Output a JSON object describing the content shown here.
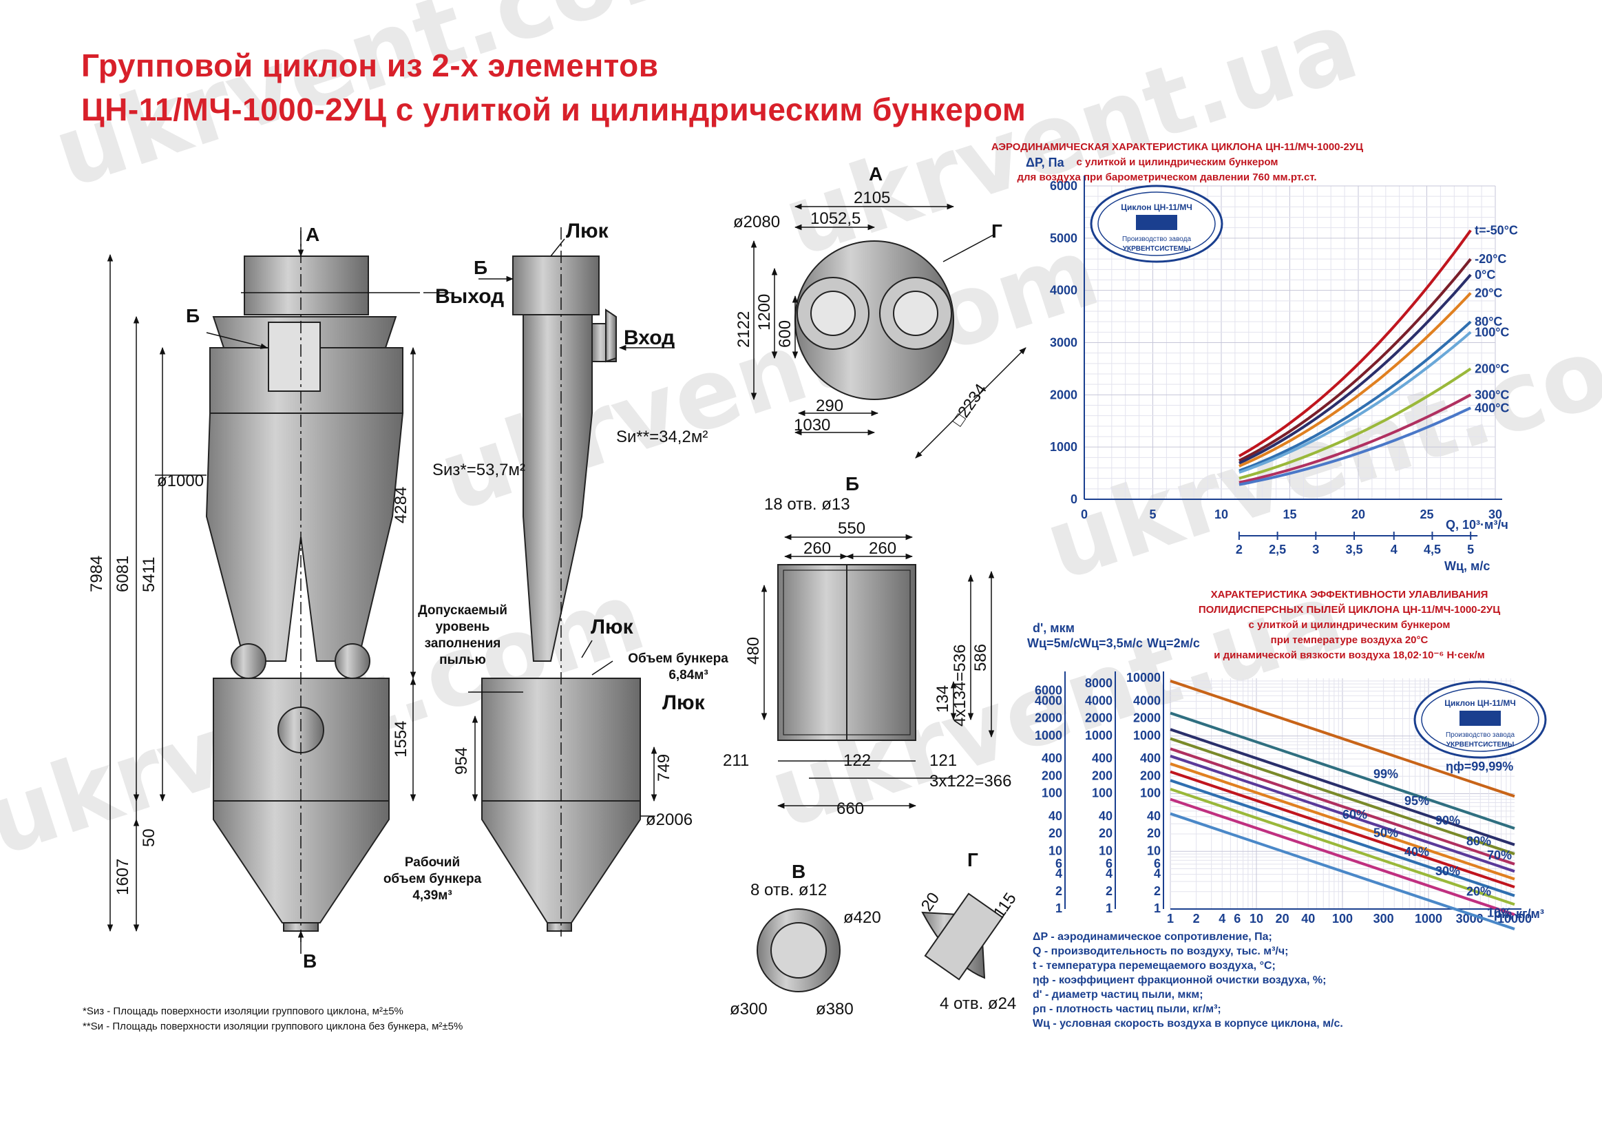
{
  "title": {
    "line1": "Групповой циклон из 2-х элементов",
    "line2": "ЦН-11/МЧ-1000-2УЦ с улиткой и цилиндрическим бункером"
  },
  "watermark": {
    "com": "ukrvent.com",
    "ua": "ukrvent.ua",
    "www": "www.ukrvent.com"
  },
  "front_view": {
    "label_a": "А",
    "label_b": "Б",
    "label_v": "В",
    "outlet": "Выход",
    "diam": "ø1000",
    "dims": [
      "7984",
      "6081",
      "5411",
      "4284",
      "1554",
      "50",
      "1607"
    ]
  },
  "side_view": {
    "label_b": "Б",
    "hatch1": "Люк",
    "hatch2": "Люк",
    "hatch3": "Люк",
    "inlet": "Вход",
    "s_full": "Sиз*=53,7м²",
    "s_no_bunker": "Sи**=34,2м²",
    "dust_level": [
      "Допускаемый",
      "уровень",
      "заполнения",
      "пылью"
    ],
    "bunker_volume": [
      "Объем бункера",
      "6,84м³"
    ],
    "working_volume": [
      "Рабочий",
      "объем бункера",
      "4,39м³"
    ],
    "dims": [
      "954",
      "749",
      "ø2006"
    ]
  },
  "view_a": {
    "label": "А",
    "label_g": "Г",
    "dims": [
      "2105",
      "ø2080",
      "1052,5",
      "2122",
      "1200",
      "600",
      "290",
      "1030",
      "□2234"
    ]
  },
  "view_b": {
    "label": "Б",
    "holes": "18 отв. ø13",
    "dims": [
      "550",
      "260",
      "260",
      "480",
      "134",
      "4x134=536",
      "586",
      "211",
      "122",
      "121",
      "3x122=366",
      "660"
    ]
  },
  "view_v": {
    "label": "В",
    "holes": "8 отв. ø12",
    "dims": [
      "ø420",
      "ø300",
      "ø380"
    ]
  },
  "view_g": {
    "label": "Г",
    "holes": "4 отв. ø24",
    "dims": [
      "20",
      "115"
    ]
  },
  "footnotes": [
    "*Sиз - Площадь поверхности изоляции группового циклона, м²±5%",
    "**Sи - Площадь поверхности изоляции группового циклона без бункера, м²±5%"
  ],
  "legend": [
    "ΔP - аэродинамическое сопротивление, Па;",
    "Q - производительность по воздуху, тыс. м³/ч;",
    "t - температура перемещаемого воздуха, °С;",
    "ηф - коэффициент фракционной очистки воздуха, %;",
    "d' - диаметр частиц пыли, мкм;",
    "ρп - плотность частиц пыли, кг/м³;",
    "Wц - условная скорость воздуха в корпусе циклона, м/с."
  ],
  "stamp": {
    "line1": "Циклон ЦН-11/МЧ",
    "line2": "Производство завода",
    "line3": "УКРВЕНТСИСТЕМЫ"
  },
  "chart_data": [
    {
      "type": "line",
      "title": "АЭРОДИНАМИЧЕСКАЯ ХАРАКТЕРИСТИКА ЦИКЛОНА ЦН-11/МЧ-1000-2УЦ",
      "subtitle": "с улиткой и цилиндрическим бункером",
      "subtitle2": "для воздуха при барометрическом давлении 760 мм.рт.ст.",
      "ylabel": "ΔP, Па",
      "xlabel": "Q, 10³·м³/ч",
      "x2label": "Wц, м/с",
      "xlim": [
        0,
        30
      ],
      "ylim": [
        0,
        6000
      ],
      "xticks": [
        "0",
        "5",
        "10",
        "15",
        "20",
        "25",
        "30"
      ],
      "yticks": [
        "0",
        "1000",
        "2000",
        "3000",
        "4000",
        "5000",
        "6000"
      ],
      "x2ticks": [
        "2",
        "2,5",
        "3",
        "3,5",
        "4",
        "4,5",
        "5"
      ],
      "x2_positions_q": [
        11.3,
        14.1,
        16.9,
        19.7,
        22.6,
        25.4,
        28.2
      ],
      "q_range": [
        11.3,
        28.2
      ],
      "series": [
        {
          "name": "t=-50°C",
          "color": "#c0151e",
          "dp_at_max": 5150
        },
        {
          "name": "-20°C",
          "color": "#7a1f2a",
          "dp_at_max": 4600
        },
        {
          "name": "0°C",
          "color": "#2a2f6b",
          "dp_at_max": 4300
        },
        {
          "name": "20°C",
          "color": "#e08020",
          "dp_at_max": 3950
        },
        {
          "name": "80°C",
          "color": "#2f6fb0",
          "dp_at_max": 3400
        },
        {
          "name": "100°C",
          "color": "#6aa8d8",
          "dp_at_max": 3200
        },
        {
          "name": "200°C",
          "color": "#9ab83a",
          "dp_at_max": 2500
        },
        {
          "name": "300°C",
          "color": "#b03060",
          "dp_at_max": 2000
        },
        {
          "name": "400°C",
          "color": "#4a78c8",
          "dp_at_max": 1750
        }
      ]
    },
    {
      "type": "line",
      "title": "ХАРАКТЕРИСТИКА ЭФФЕКТИВНОСТИ УЛАВЛИВАНИЯ",
      "subtitle": "ПОЛИДИСПЕРСНЫХ ПЫЛЕЙ ЦИКЛОНА ЦН-11/МЧ-1000-2УЦ",
      "subtitle2": "с улиткой и цилиндрическим бункером",
      "subtitle3": "при температуре воздуха 20°С",
      "subtitle4": "и динамической вязкости воздуха  18,02·10⁻⁶ Н·сек/м",
      "ylabel": "d', мкм",
      "ylabels_speed": [
        "Wц=5м/с",
        "Wц=3,5м/с",
        "Wц=2м/с"
      ],
      "xlabel": "ρп, кг/м³",
      "log_scale": true,
      "xticks": [
        "1",
        "2",
        "4",
        "6",
        "10",
        "20",
        "40",
        "100",
        "300",
        "1000",
        "3000",
        "10000"
      ],
      "yticks_1": [
        "1",
        "2",
        "4",
        "6",
        "10",
        "20",
        "40",
        "100",
        "200",
        "400",
        "1000",
        "2000",
        "4000",
        "6000"
      ],
      "yticks_2": [
        "1",
        "2",
        "4",
        "6",
        "10",
        "20",
        "40",
        "100",
        "200",
        "400",
        "1000",
        "2000",
        "4000",
        "8000"
      ],
      "yticks_3": [
        "1",
        "2",
        "4",
        "6",
        "10",
        "20",
        "40",
        "100",
        "200",
        "400",
        "1000",
        "2000",
        "4000",
        "10000"
      ],
      "series": [
        {
          "name": "ηф=99,99%",
          "color": "#c86418",
          "d_at_1": 9000,
          "d_at_10000": 90
        },
        {
          "name": "99%",
          "color": "#2f6f80",
          "d_at_1": 2500,
          "d_at_10000": 25
        },
        {
          "name": "95%",
          "color": "#2a2f6b",
          "d_at_1": 1300,
          "d_at_10000": 13
        },
        {
          "name": "90%",
          "color": "#7a8a2a",
          "d_at_1": 900,
          "d_at_10000": 9
        },
        {
          "name": "80%",
          "color": "#b03060",
          "d_at_1": 600,
          "d_at_10000": 6
        },
        {
          "name": "70%",
          "color": "#5a3a9a",
          "d_at_1": 450,
          "d_at_10000": 4.5
        },
        {
          "name": "60%",
          "color": "#e08020",
          "d_at_1": 330,
          "d_at_10000": 3.3
        },
        {
          "name": "50%",
          "color": "#c0151e",
          "d_at_1": 240,
          "d_at_10000": 2.4
        },
        {
          "name": "40%",
          "color": "#2f6fb0",
          "d_at_1": 170,
          "d_at_10000": 1.7
        },
        {
          "name": "30%",
          "color": "#9ab83a",
          "d_at_1": 120,
          "d_at_10000": 1.2
        },
        {
          "name": "20%",
          "color": "#c03080",
          "d_at_1": 80,
          "d_at_10000": 0.8
        },
        {
          "name": "10%",
          "color": "#4a88c8",
          "d_at_1": 45,
          "d_at_10000": 0.45
        }
      ]
    }
  ]
}
